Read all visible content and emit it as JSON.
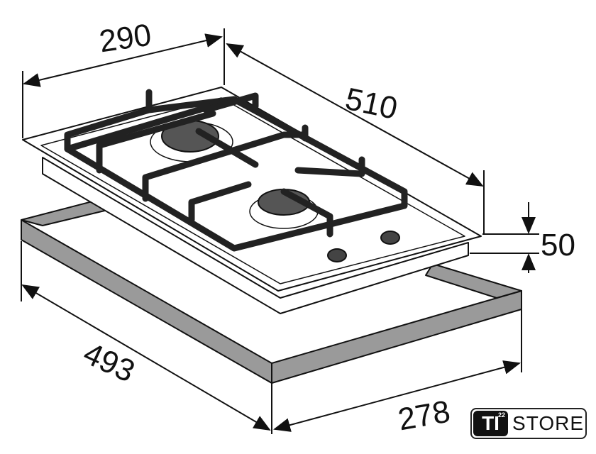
{
  "dimensions": {
    "top_width": "290",
    "top_depth": "510",
    "height": "50",
    "cutout_depth": "493",
    "cutout_width": "278"
  },
  "logo": {
    "badge": "TI",
    "superscript": "22",
    "text": "STORE"
  }
}
